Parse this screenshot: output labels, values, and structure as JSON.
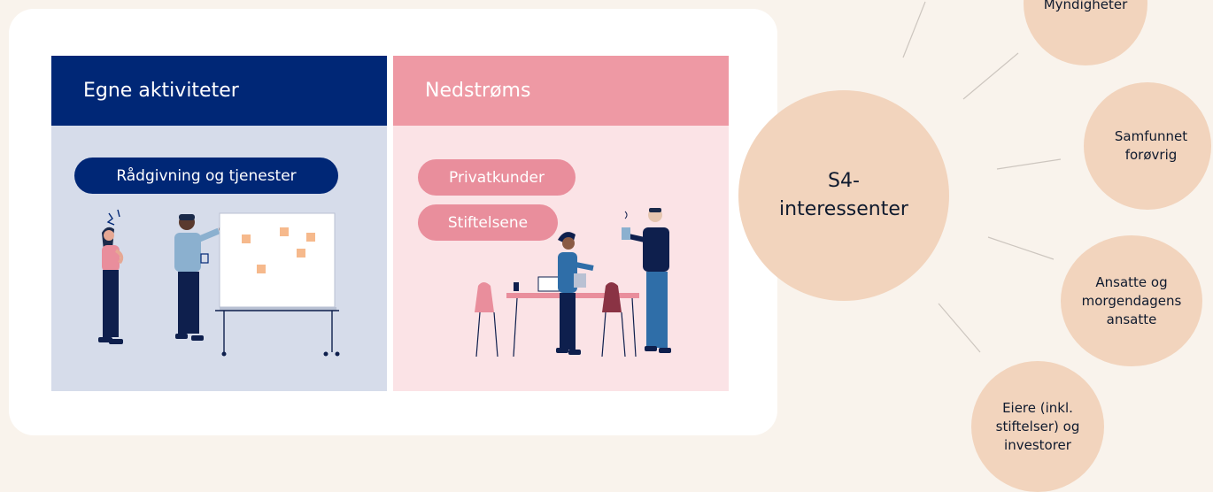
{
  "left_panel": {
    "title": "Egne aktiviteter",
    "pills": [
      "Rådgivning og tjenester"
    ]
  },
  "right_panel": {
    "title": "Nedstrøms",
    "pills": [
      "Privatkunder",
      "Stiftelsene"
    ]
  },
  "stakeholder_map": {
    "center": "S4-\ninteressenter",
    "nodes": [
      "Myndigheter",
      "Samfunnet\nforøvrig",
      "Ansatte og\nmorgendagens\nansatte",
      "Eiere (inkl.\nstiftelser) og\ninvestorer"
    ]
  },
  "colors": {
    "navy": "#002776",
    "pink": "#ee99a4",
    "peach": "#f2d4bd",
    "background": "#f9f3ec"
  }
}
